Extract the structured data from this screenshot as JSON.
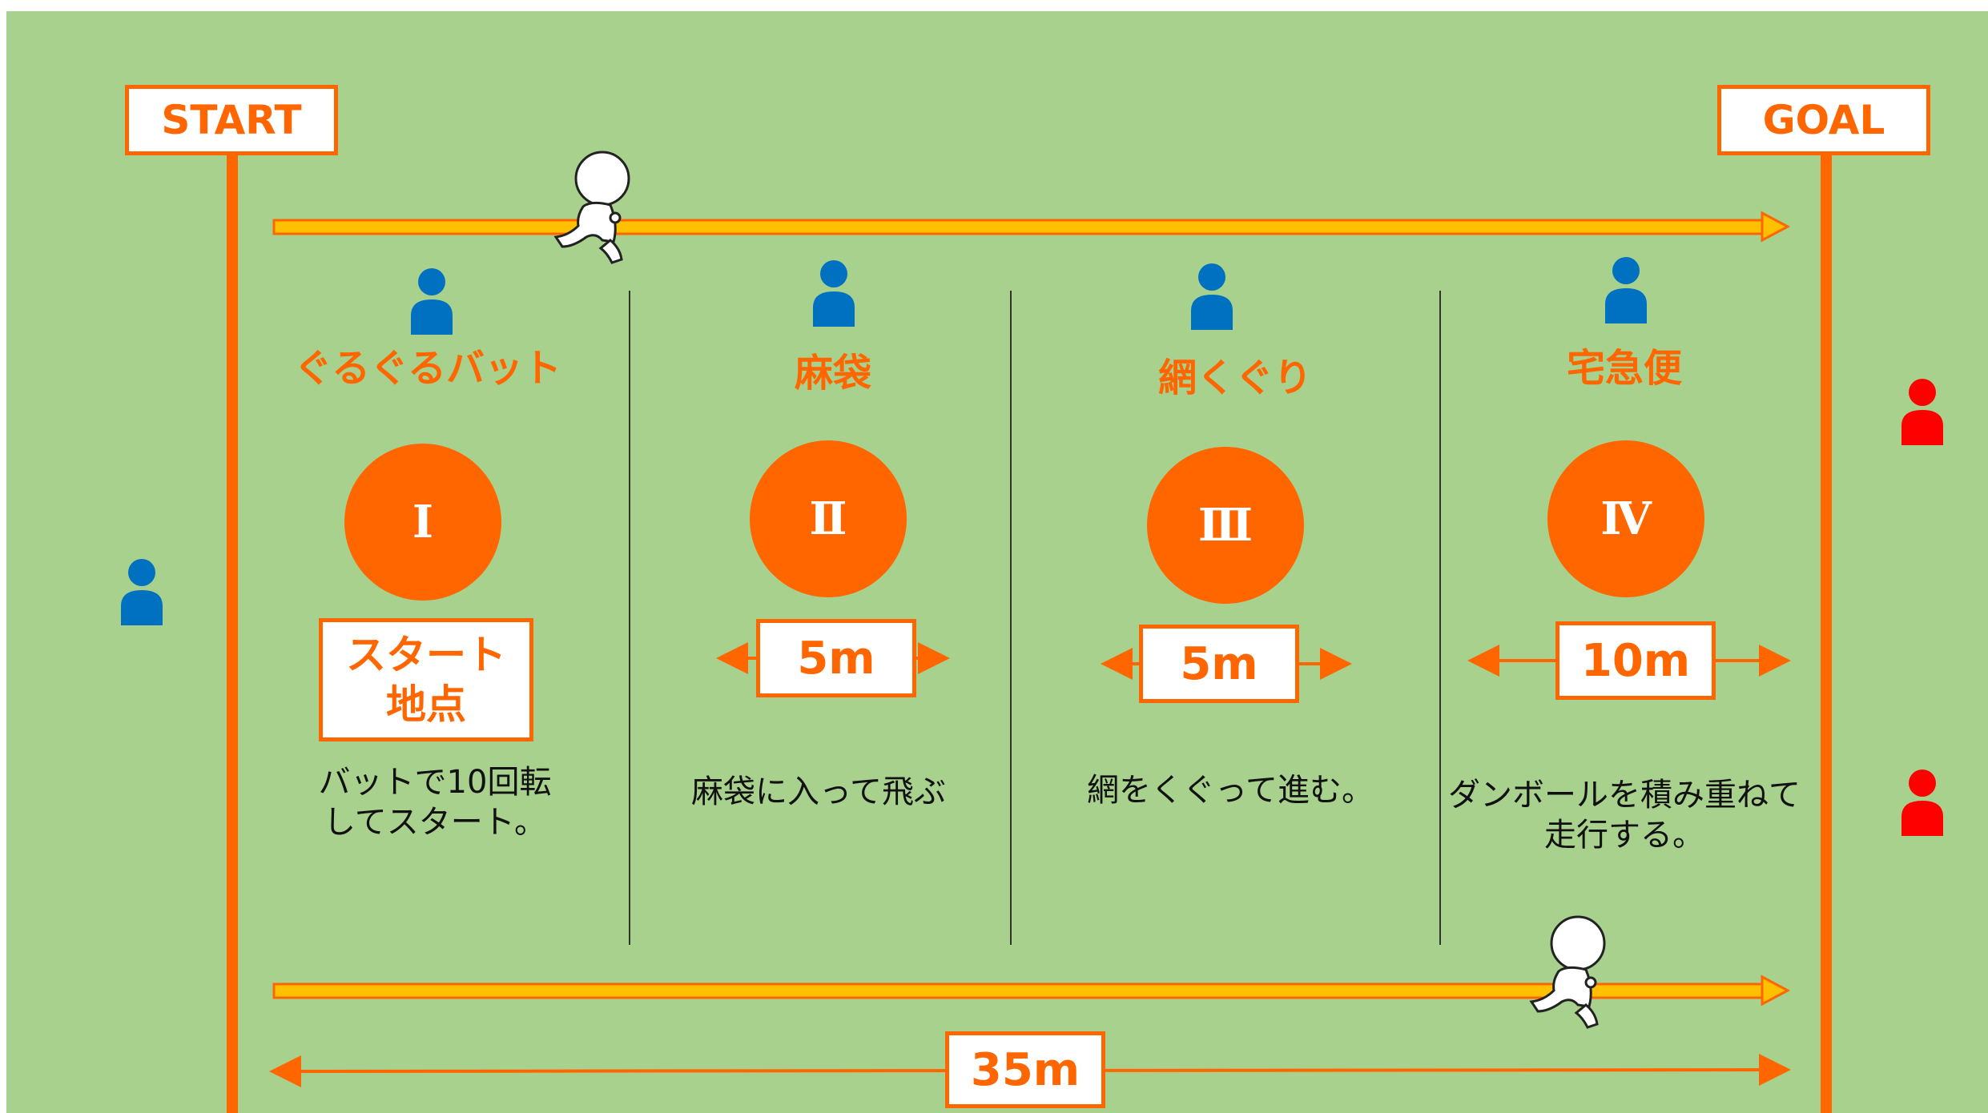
{
  "labels": {
    "start": "START",
    "goal": "GOAL",
    "total_distance": "35m"
  },
  "stations": [
    {
      "title": "ぐるぐるバット",
      "numeral": "Ⅰ",
      "box_line1": "スタート",
      "box_line2": "地点",
      "desc_line1": "バットで10回転",
      "desc_line2": "してスタート。"
    },
    {
      "title": "麻袋",
      "numeral": "Ⅱ",
      "distance": "5m",
      "desc_line1": "麻袋に入って飛ぶ",
      "desc_line2": ""
    },
    {
      "title": "網くぐり",
      "numeral": "Ⅲ",
      "distance": "5m",
      "desc_line1": "網をくぐって進む。",
      "desc_line2": ""
    },
    {
      "title": "宅急便",
      "numeral": "Ⅳ",
      "distance": "10m",
      "desc_line1": "ダンボールを積み重ねて",
      "desc_line2": "走行する。"
    }
  ],
  "colors": {
    "field": "#a9d18e",
    "accent": "#ff6600",
    "staff": "#0070c0",
    "team": "#ff0000",
    "track": "#ffc000"
  },
  "icons": {
    "staff": "person-icon",
    "team": "person-icon",
    "runner": "runner-icon"
  }
}
